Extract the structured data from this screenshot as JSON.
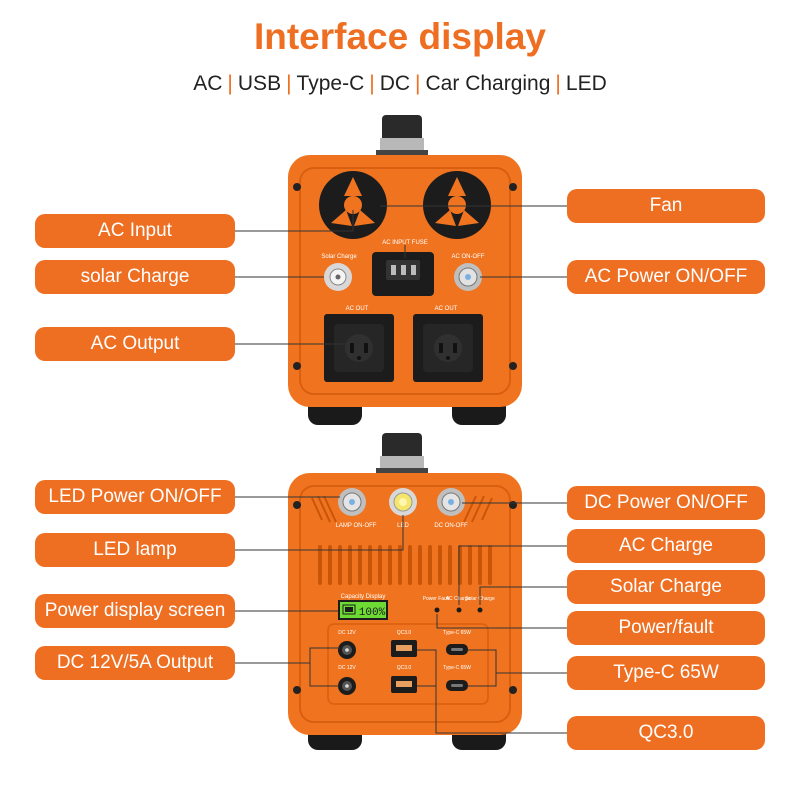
{
  "header": {
    "title": "Interface display",
    "subtitle_items": [
      "AC",
      "USB",
      "Type-C",
      "DC",
      "Car Charging",
      "LED"
    ],
    "separator": "|"
  },
  "colors": {
    "accent": "#ee6e22",
    "label_bg": "#ee6e22",
    "device_body": "#f07420",
    "panel_dark": "#1c1c1c",
    "lcd_green": "#6edb34"
  },
  "top_unit": {
    "labels": {
      "ac_input": "AC Input",
      "solar_charge": "solar Charge",
      "ac_output": "AC Output",
      "fan": "Fan",
      "ac_power": "AC Power ON/OFF"
    },
    "panel_text": {
      "ac_input_fuse": "AC INPUT FUSE",
      "solar_charge": "Solar  Charge",
      "ac_on_off": "AC  ON-OFF",
      "ac_out": "AC  OUT"
    }
  },
  "bottom_unit": {
    "labels": {
      "led_power": "LED Power ON/OFF",
      "led_lamp": "LED lamp",
      "power_display": "Power display screen",
      "dc_output": "DC 12V/5A Output",
      "dc_power": "DC Power ON/OFF",
      "ac_charge": "AC Charge",
      "solar_charge": "Solar Charge",
      "power_fault": "Power/fault",
      "typec": "Type-C 65W",
      "qc30": "QC3.0"
    },
    "panel_text": {
      "lamp_on_off": "LAMP  ON-OFF",
      "led": "LED",
      "dc_on_off": "DC  ON-OFF",
      "capacity_display": "Capacity  Display",
      "lcd_value": "100%",
      "power_fault": "Power Fault",
      "ac_charge": "AC Charge",
      "solar_charge": "Solar Charge",
      "dc_12v": "DC 12V",
      "qc30": "QC3.0",
      "typec_65w": "Type-C 65W"
    }
  }
}
